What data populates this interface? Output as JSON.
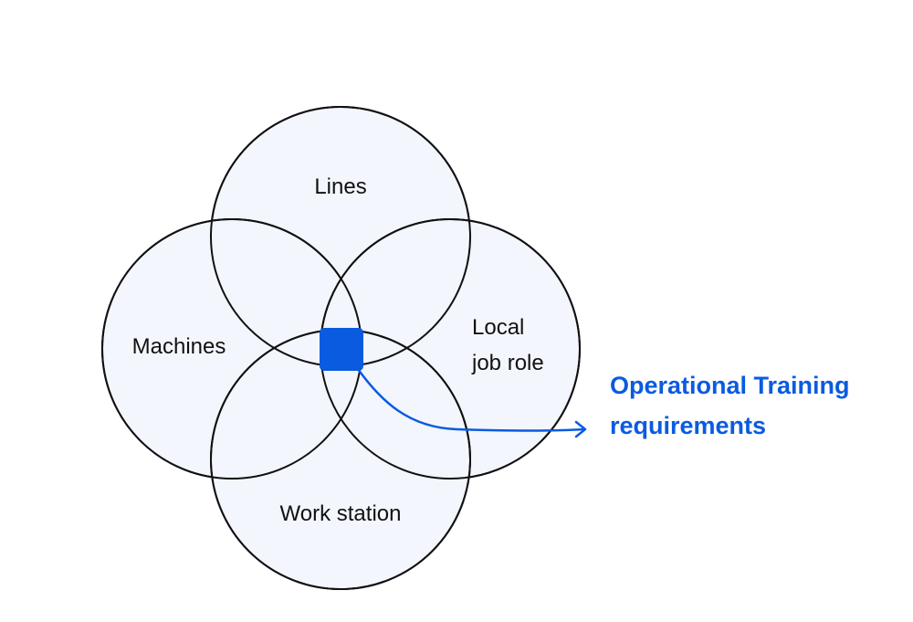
{
  "sets": {
    "top": "Lines",
    "left": "Machines",
    "right_line1": "Local",
    "right_line2": "job role",
    "bottom": "Work station"
  },
  "callout": {
    "line1": "Operational Training",
    "line2": "requirements"
  },
  "colors": {
    "circle_fill": "#f3f6fc",
    "outline": "#111111",
    "accent": "#0a5be0"
  }
}
